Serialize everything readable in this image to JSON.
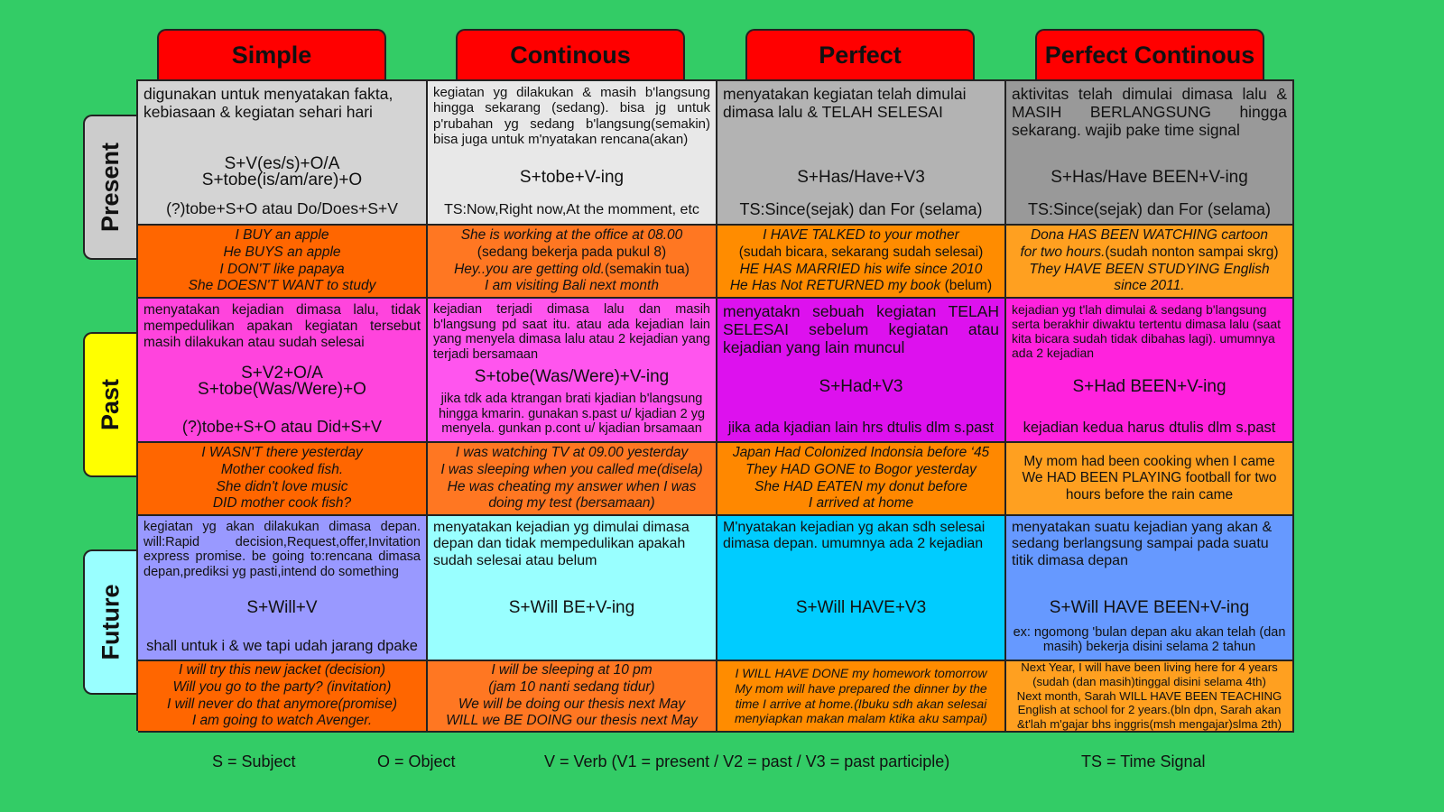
{
  "colors": {
    "background": "#33cc66",
    "header": "#ff0000",
    "side_present": "#cccccc",
    "side_past": "#ffff00",
    "side_future": "#99ffff"
  },
  "columns": [
    "Simple",
    "Continous",
    "Perfect",
    "Perfect Continous"
  ],
  "rows": [
    {
      "label": "Present",
      "cells": [
        {
          "bg": "#d4d4d4",
          "exbg": "#ff6600",
          "desc": "digunakan untuk menyatakan fakta, kebiasaan & kegiatan sehari hari",
          "formula": [
            "S+V(es/s)+O/A",
            "S+tobe(is/am/are)+O"
          ],
          "note": "(?)tobe+S+O atau Do/Does+S+V",
          "examples": [
            [
              {
                "t": "I BUY an apple",
                "i": true
              }
            ],
            [
              {
                "t": "He BUYS an apple",
                "i": true
              }
            ],
            [
              {
                "t": "I DON'T like papaya",
                "i": true
              }
            ],
            [
              {
                "t": "She DOESN'T WANT to study",
                "i": true
              }
            ]
          ]
        },
        {
          "bg": "#e8e8e8",
          "exbg": "#ff7722",
          "desc": "kegiatan yg dilakukan & masih b'langsung hingga sekarang (sedang). bisa jg untuk p'rubahan yg sedang b'langsung(semakin) bisa juga untuk m'nyatakan rencana(akan)",
          "formula": [
            "S+tobe+V-ing"
          ],
          "note": "TS:Now,Right now,At the momment, etc",
          "examples": [
            [
              {
                "t": "She is working at the office at 08.00",
                "i": true
              }
            ],
            [
              {
                "t": "(sedang bekerja pada pukul 8)",
                "i": false
              }
            ],
            [
              {
                "t": "Hey..you are getting old.",
                "i": true
              },
              {
                "t": "(semakin tua)",
                "i": false
              }
            ],
            [
              {
                "t": "I am visiting Bali next month",
                "i": true
              }
            ]
          ]
        },
        {
          "bg": "#b3b3b3",
          "exbg": "#ff8c00",
          "desc": "menyatakan kegiatan telah dimulai dimasa lalu & TELAH SELESAI",
          "formula": [
            "S+Has/Have+V3"
          ],
          "note": "TS:Since(sejak) dan For (selama)",
          "examples": [
            [
              {
                "t": "I HAVE TALKED to your mother",
                "i": true
              }
            ],
            [
              {
                "t": "(sudah bicara, sekarang sudah selesai)",
                "i": false
              }
            ],
            [
              {
                "t": "HE HAS MARRIED his wife since 2010",
                "i": true
              }
            ],
            [
              {
                "t": "He Has Not RETURNED my book",
                "i": true
              },
              {
                "t": " (belum)",
                "i": false
              }
            ]
          ]
        },
        {
          "bg": "#999999",
          "exbg": "#ffa020",
          "desc": "aktivitas telah dimulai dimasa lalu & MASIH BERLANGSUNG hingga sekarang. wajib pake time signal",
          "formula": [
            "S+Has/Have BEEN+V-ing"
          ],
          "note": "TS:Since(sejak) dan For (selama)",
          "examples": [
            [
              {
                "t": "Dona HAS BEEN WATCHING cartoon",
                "i": true
              }
            ],
            [
              {
                "t": "for two hours.",
                "i": true
              },
              {
                "t": "(sudah nonton sampai skrg)",
                "i": false
              }
            ],
            [
              {
                "t": "They HAVE BEEN STUDYING English",
                "i": true
              }
            ],
            [
              {
                "t": "since 2011.",
                "i": true
              }
            ]
          ]
        }
      ]
    },
    {
      "label": "Past",
      "cells": [
        {
          "bg": "#ff44dd",
          "exbg": "#ff6600",
          "desc": "menyatakan kejadian dimasa lalu, tidak mempedulikan apakan kegiatan tersebut masih dilakukan atau sudah selesai",
          "formula": [
            "S+V2+O/A",
            "S+tobe(Was/Were)+O"
          ],
          "note": "(?)tobe+S+O atau Did+S+V",
          "examples": [
            [
              {
                "t": "I WASN'T there yesterday",
                "i": true
              }
            ],
            [
              {
                "t": "Mother cooked fish.",
                "i": true
              }
            ],
            [
              {
                "t": "She didn't love music",
                "i": true
              }
            ],
            [
              {
                "t": "DID mother cook fish?",
                "i": true
              }
            ]
          ]
        },
        {
          "bg": "#ff55ee",
          "exbg": "#ff7722",
          "desc": "kejadian terjadi dimasa lalu dan masih b'langsung pd saat itu. atau ada kejadian lain yang menyela dimasa lalu atau 2 kejadian yang terjadi bersamaan",
          "formula": [
            "S+tobe(Was/Were)+V-ing"
          ],
          "note": "jika tdk ada ktrangan brati kjadian b'langsung hingga kmarin. gunakan s.past u/ kjadian 2 yg menyela. gunkan p.cont u/ kjadian brsamaan",
          "examples": [
            [
              {
                "t": "I was watching TV at 09.00 yesterday",
                "i": true
              }
            ],
            [
              {
                "t": "I was sleeping when you called me(disela)",
                "i": true
              }
            ],
            [
              {
                "t": "He was cheating my answer when I was",
                "i": true
              }
            ],
            [
              {
                "t": "doing my test (bersamaan)",
                "i": true
              }
            ]
          ]
        },
        {
          "bg": "#dd11ee",
          "exbg": "#ff8800",
          "desc": "menyatakn sebuah kegiatan TELAH SELESAI sebelum kegiatan atau kejadian yang lain muncul",
          "formula": [
            "S+Had+V3"
          ],
          "note": "jika ada kjadian lain hrs dtulis dlm s.past",
          "examples": [
            [
              {
                "t": "Japan Had Colonized Indonsia before ‘45",
                "i": true
              }
            ],
            [
              {
                "t": "They HAD GONE to Bogor yesterday",
                "i": true
              }
            ],
            [
              {
                "t": "She HAD EATEN my donut before",
                "i": true
              }
            ],
            [
              {
                "t": "I arrived at home",
                "i": true
              }
            ]
          ]
        },
        {
          "bg": "#ff22dd",
          "exbg": "#ffa020",
          "desc": "kejadian yg t'lah dimulai & sedang b'langsung serta berakhir diwaktu tertentu dimasa lalu (saat kita bicara sudah tidak dibahas lagi). umumnya ada 2 kejadian",
          "formula": [
            "S+Had BEEN+V-ing"
          ],
          "note": "kejadian kedua harus dtulis dlm s.past",
          "examples": [
            [
              {
                "t": "My mom had been cooking when I came",
                "i": false
              }
            ],
            [
              {
                "t": "We HAD BEEN PLAYING football for two",
                "i": false
              }
            ],
            [
              {
                "t": "hours before the rain came",
                "i": false
              }
            ]
          ]
        }
      ]
    },
    {
      "label": "Future",
      "cells": [
        {
          "bg": "#9999ff",
          "exbg": "#ff6600",
          "desc": "kegiatan yg akan dilakukan dimasa depan. will:Rapid decision,Request,offer,Invitation express promise. be going to:rencana dimasa depan,prediksi yg pasti,intend do something",
          "formula": [
            "S+Will+V"
          ],
          "note": "shall untuk i & we tapi udah jarang dpake",
          "examples": [
            [
              {
                "t": "I will try this new jacket (decision)",
                "i": true
              }
            ],
            [
              {
                "t": "Will you go to the party? (invitation)",
                "i": true
              }
            ],
            [
              {
                "t": "I will never do that anymore(promise)",
                "i": true
              }
            ],
            [
              {
                "t": "I am going to watch Avenger.",
                "i": true
              }
            ]
          ]
        },
        {
          "bg": "#99ffff",
          "exbg": "#ff7722",
          "desc": "menyatakan kejadian yg dimulai dimasa depan dan tidak mempedulikan apakah sudah selesai atau belum",
          "formula": [
            "S+Will BE+V-ing"
          ],
          "note": "",
          "examples": [
            [
              {
                "t": "I will be sleeping at 10 pm",
                "i": true
              }
            ],
            [
              {
                "t": "(jam 10 nanti sedang tidur)",
                "i": true
              }
            ],
            [
              {
                "t": "We will be doing our thesis next May",
                "i": true
              }
            ],
            [
              {
                "t": "WILL we BE DOING our thesis next May",
                "i": true
              }
            ]
          ]
        },
        {
          "bg": "#00ccff",
          "exbg": "#ff8c00",
          "desc": "M'nyatakan kejadian yg akan sdh selesai dimasa depan. umumnya ada 2 kejadian",
          "formula": [
            "S+Will HAVE+V3"
          ],
          "note": "",
          "examples": [
            [
              {
                "t": "I WILL HAVE DONE my homework tomorrow",
                "i": true
              }
            ],
            [
              {
                "t": "My mom will have prepared the dinner by the",
                "i": true
              }
            ],
            [
              {
                "t": "time I arrive at home.(Ibuku sdh akan selesai",
                "i": true
              }
            ],
            [
              {
                "t": "menyiapkan makan malam ktika aku sampai)",
                "i": true
              }
            ]
          ]
        },
        {
          "bg": "#6699ff",
          "exbg": "#ffa020",
          "desc": "menyatakan suatu kejadian yang akan & sedang berlangsung sampai pada suatu titik dimasa depan",
          "formula": [
            "S+Will HAVE BEEN+V-ing"
          ],
          "note": "ex: ngomong 'bulan depan aku akan telah (dan masih) bekerja disini selama 2 tahun",
          "examples": [
            [
              {
                "t": "Next Year, I will have been living here for 4 years",
                "i": false
              }
            ],
            [
              {
                "t": "(sudah (dan masih)tinggal disini selama 4th)",
                "i": false
              }
            ],
            [
              {
                "t": "Next month, Sarah WILL HAVE BEEN TEACHING",
                "i": false
              }
            ],
            [
              {
                "t": "English at school for 2 years.(bln dpn, Sarah akan",
                "i": false
              }
            ],
            [
              {
                "t": "&t'lah m'gajar bhs inggris(msh mengajar)slma 2th)",
                "i": false
              }
            ]
          ]
        }
      ]
    }
  ],
  "legend": [
    "S = Subject",
    "O = Object",
    "V = Verb (V1 = present / V2 = past / V3 = past participle)",
    "TS = Time Signal"
  ]
}
